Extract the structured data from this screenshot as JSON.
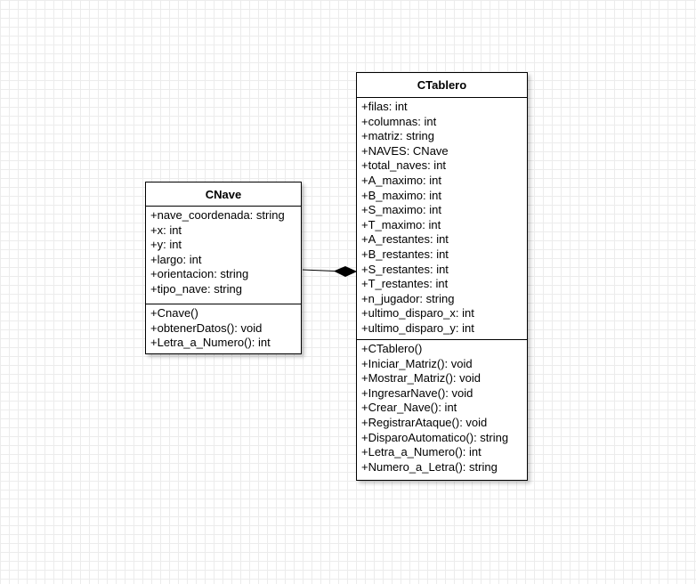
{
  "classes": {
    "cnave": {
      "name": "CNave",
      "attributes": [
        "+nave_coordenada: string",
        "+x: int",
        "+y: int",
        "+largo: int",
        "+orientacion: string",
        "+tipo_nave: string"
      ],
      "methods": [
        "+Cnave()",
        "+obtenerDatos(): void",
        "+Letra_a_Numero(): int"
      ]
    },
    "ctablero": {
      "name": "CTablero",
      "attributes": [
        "+filas: int",
        "+columnas: int",
        "+matriz: string",
        "+NAVES: CNave",
        "+total_naves: int",
        "+A_maximo: int",
        "+B_maximo: int",
        "+S_maximo: int",
        "+T_maximo: int",
        "+A_restantes: int",
        "+B_restantes: int",
        "+S_restantes: int",
        "+T_restantes: int",
        "+n_jugador: string",
        "+ultimo_disparo_x: int",
        "+ultimo_disparo_y: int"
      ],
      "methods": [
        "+CTablero()",
        "+Iniciar_Matriz(): void",
        "+Mostrar_Matriz(): void",
        "+IngresarNave(): void",
        "+Crear_Nave(): int",
        "+RegistrarAtaque(): void",
        "+DisparoAutomatico(): string",
        "+Letra_a_Numero(): int",
        "+Numero_a_Letra(): string"
      ]
    }
  },
  "relationship": {
    "type": "composition",
    "from": "CNave",
    "to": "CTablero"
  }
}
